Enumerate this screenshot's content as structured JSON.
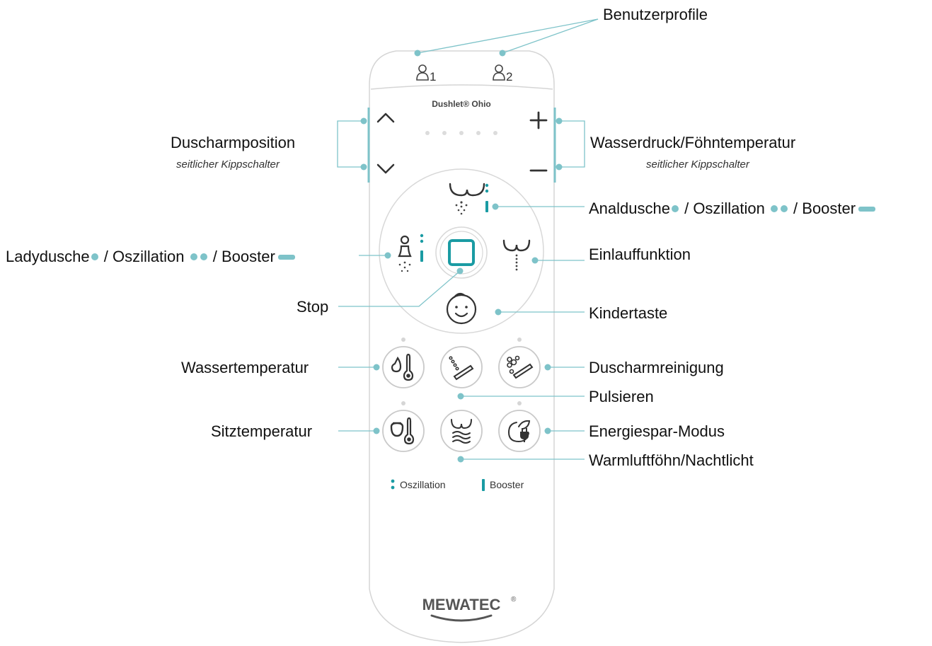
{
  "device": {
    "model_name": "Dushlet® Ohio",
    "brand": "MEWATEC",
    "brand_mark": "®",
    "profile_1": "1",
    "profile_2": "2",
    "legend_oscillation": "Oszillation",
    "legend_booster": "Booster"
  },
  "callouts": {
    "benutzerprofile": "Benutzerprofile",
    "duscharmposition": "Duscharmposition",
    "duscharmposition_sub": "seitlicher Kippschalter",
    "wasserdruck": "Wasserdruck/Föhntemperatur",
    "wasserdruck_sub": "seitlicher Kippschalter",
    "analdusche_1": "Analdusche",
    "analdusche_2": " / Oszillation",
    "analdusche_3": " / Booster",
    "ladydusche_1": "Ladydusche",
    "ladydusche_2": " / Oszillation",
    "ladydusche_3": " / Booster",
    "einlauffunktion": "Einlauffunktion",
    "stop": "Stop",
    "kindertaste": "Kindertaste",
    "wassertemperatur": "Wassertemperatur",
    "duscharmreinigung": "Duscharmreinigung",
    "pulsieren": "Pulsieren",
    "sitztemperatur": "Sitztemperatur",
    "energiespar": "Energiespar-Modus",
    "warmluft": "Warmluftföhn/Nachtlicht"
  },
  "colors": {
    "teal": "#1a9ba3",
    "callout_line": "#7ec3c9",
    "outline": "#cfcfcf",
    "icon": "#444444"
  },
  "icons": [
    "user-profile-icon",
    "chevron-up-icon",
    "chevron-down-icon",
    "plus-icon",
    "minus-icon",
    "anal-shower-icon",
    "lady-shower-icon",
    "stop-icon",
    "enema-icon",
    "child-face-icon",
    "water-temperature-icon",
    "pulse-icon",
    "nozzle-cleaning-icon",
    "seat-temperature-icon",
    "warm-air-dryer-icon",
    "energy-saving-icon"
  ]
}
